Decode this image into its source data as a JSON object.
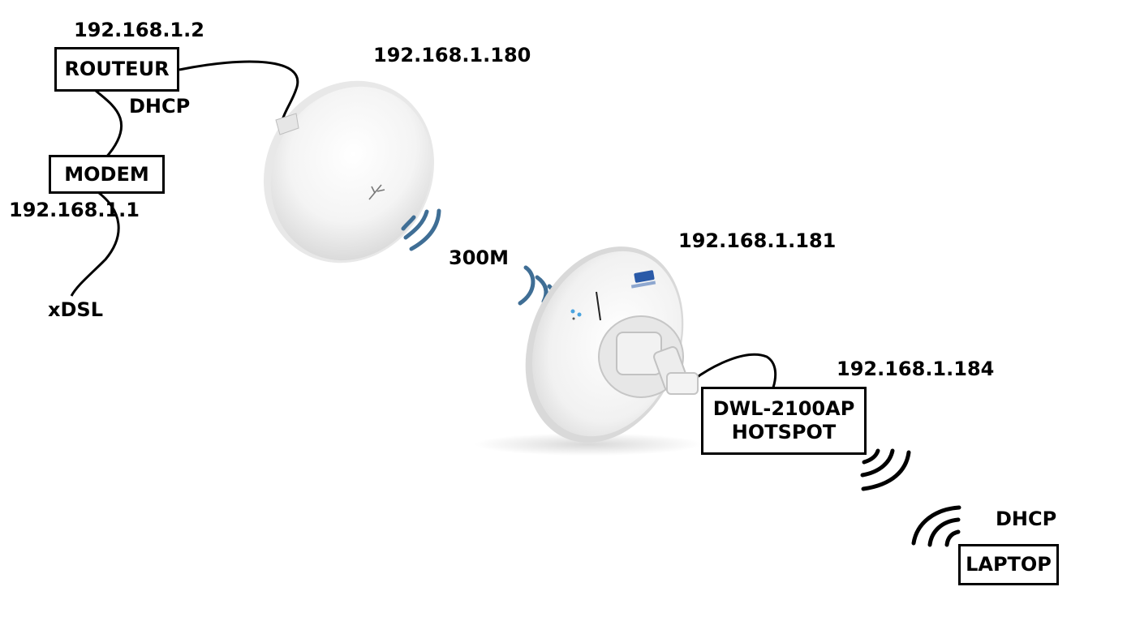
{
  "labels": {
    "router_ip": "192.168.1.2",
    "router_dhcp": "DHCP",
    "modem_ip": "192.168.1.1",
    "xdsl": "xDSL",
    "antenna1_ip": "192.168.1.180",
    "link_speed": "300M",
    "antenna2_ip": "192.168.1.181",
    "hotspot_ip": "192.168.1.184",
    "laptop_dhcp": "DHCP"
  },
  "boxes": {
    "router": "ROUTEUR",
    "modem": "MODEM",
    "hotspot_line1": "DWL-2100AP",
    "hotspot_line2": "HOTSPOT",
    "laptop": "LAPTOP"
  },
  "colors": {
    "wave": "#3f6e95",
    "cable": "#000000"
  },
  "icons": {
    "antenna1": "dish-antenna-icon",
    "antenna2": "dish-antenna-icon",
    "waves": "wifi-signal-icon"
  }
}
